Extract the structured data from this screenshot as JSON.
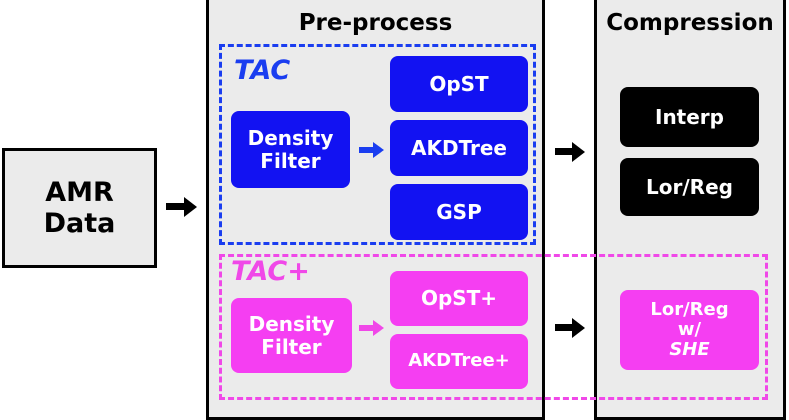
{
  "input": {
    "label": "AMR\nData"
  },
  "preprocess": {
    "title": "Pre-process",
    "tac": {
      "label": "TAC",
      "density_filter": "Density\nFilter",
      "methods": [
        "OpST",
        "AKDTree",
        "GSP"
      ]
    },
    "tac_plus": {
      "label": "TAC+",
      "density_filter": "Density\nFilter",
      "methods": [
        "OpST+",
        "AKDTree+"
      ]
    }
  },
  "compression": {
    "title": "Compression",
    "methods": [
      "Interp",
      "Lor/Reg"
    ],
    "she_block": {
      "line1": "Lor/Reg",
      "line2": "w/",
      "line3": "SHE"
    }
  },
  "colors": {
    "tac_blue": "#1212f2",
    "tac_plus_pink": "#f53ef2",
    "panel_gray": "#ebebeb",
    "compression_black": "#000000"
  }
}
